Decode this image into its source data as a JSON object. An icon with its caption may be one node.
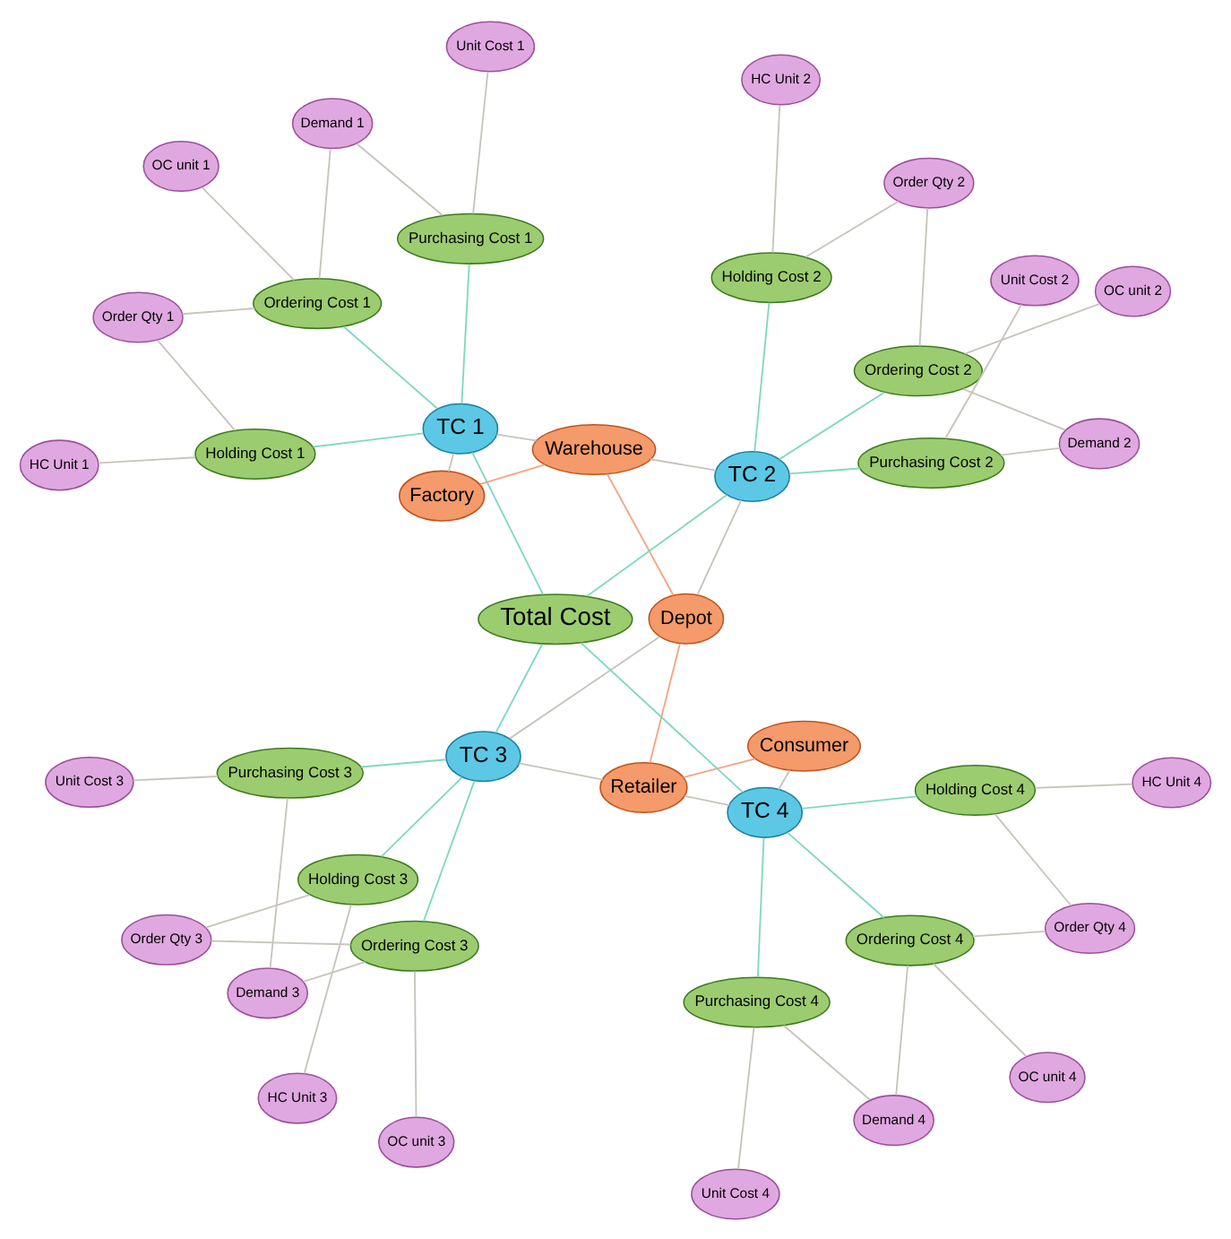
{
  "diagram": {
    "nodes": [
      {
        "text": [
          "Unit Cost 3"
        ]
      },
      {
        "text": [
          "OC unit 3"
        ]
      },
      {
        "text": [
          "Demand 3"
        ]
      },
      {
        "text": [
          "Unit Cost 4"
        ]
      },
      {
        "text": [
          "Purchasing Cost 3"
        ]
      },
      {
        "text": [
          "Ordering Cost 3"
        ]
      },
      {
        "text": [
          "Order Qty 3"
        ]
      },
      {
        "text": [
          "HC Unit 3"
        ]
      },
      {
        "text": [
          "Purchasing Cost 4"
        ]
      },
      {
        "text": [
          "HC Unit 4"
        ]
      },
      {
        "text": [
          "Demand 4"
        ]
      },
      {
        "text": [
          "Holding Cost 3"
        ]
      },
      {
        "text": [
          "Holding Cost 4"
        ]
      },
      {
        "text": [
          "Order Qty 4"
        ]
      },
      {
        "text": [
          "Consumer"
        ]
      },
      {
        "text": [
          "TC 3"
        ]
      },
      {
        "text": [
          "Ordering Cost 4"
        ]
      },
      {
        "text": [
          "TC 4"
        ]
      },
      {
        "text": [
          "Retailer"
        ]
      },
      {
        "text": [
          "OC unit 4"
        ]
      },
      {
        "text": [
          "Depot"
        ]
      },
      {
        "text": [
          "Total Cost"
        ]
      },
      {
        "text": [
          "HC Unit 2"
        ]
      },
      {
        "text": [
          "TC 2"
        ]
      },
      {
        "text": [
          "Holding Cost 2"
        ]
      },
      {
        "text": [
          "Warehouse"
        ]
      },
      {
        "text": [
          "Order Qty 2"
        ]
      },
      {
        "text": [
          "Ordering Cost 2"
        ]
      },
      {
        "text": [
          "Factory"
        ]
      },
      {
        "text": [
          "OC unit 2"
        ]
      },
      {
        "text": [
          "TC 1"
        ]
      },
      {
        "text": [
          "Purchasing Cost 2"
        ]
      },
      {
        "text": [
          "Demand 2"
        ]
      },
      {
        "text": [
          "Holding Cost 1"
        ]
      },
      {
        "text": [
          "Unit Cost 2"
        ]
      },
      {
        "text": [
          "HC Unit 1"
        ]
      },
      {
        "text": [
          "Purchasing Cost 1"
        ]
      },
      {
        "text": [
          "Ordering Cost 1"
        ]
      },
      {
        "text": [
          "Order Qty 1"
        ]
      },
      {
        "text": [
          "Demand 1"
        ]
      },
      {
        "text": [
          "Unit Cost 1"
        ]
      },
      {
        "text": [
          "OC unit 1"
        ]
      }
    ],
    "edges": [
      {
        "from": 21,
        "to": 17,
        "arrow": "none",
        "color": "#80d8c0"
      },
      {
        "from": 21,
        "to": 15,
        "arrow": "none",
        "color": "#80d8c0"
      },
      {
        "from": 21,
        "to": 23,
        "arrow": "none",
        "color": "#80d8c0"
      },
      {
        "from": 21,
        "to": 30,
        "arrow": "none",
        "color": "#80d8c0"
      },
      {
        "from": 15,
        "to": 4,
        "arrow": "none",
        "color": "#80d8c0"
      },
      {
        "from": 15,
        "to": 5,
        "arrow": "none",
        "color": "#80d8c0"
      },
      {
        "from": 15,
        "to": 11,
        "arrow": "none",
        "color": "#80d8c0"
      },
      {
        "from": 17,
        "to": 8,
        "arrow": "none",
        "color": "#80d8c0"
      },
      {
        "from": 17,
        "to": 12,
        "arrow": "none",
        "color": "#80d8c0"
      },
      {
        "from": 17,
        "to": 16,
        "arrow": "none",
        "color": "#80d8c0"
      },
      {
        "from": 23,
        "to": 24,
        "arrow": "none",
        "color": "#80d8c0"
      },
      {
        "from": 23,
        "to": 27,
        "arrow": "none",
        "color": "#80d8c0"
      },
      {
        "from": 23,
        "to": 31,
        "arrow": "none",
        "color": "#80d8c0"
      },
      {
        "from": 30,
        "to": 33,
        "arrow": "none",
        "color": "#80d8c0"
      },
      {
        "from": 30,
        "to": 36,
        "arrow": "none",
        "color": "#80d8c0"
      },
      {
        "from": 30,
        "to": 37,
        "arrow": "none",
        "color": "#80d8c0"
      },
      {
        "from": 14,
        "to": 18,
        "arrow": "none",
        "color": "#f4a582"
      },
      {
        "from": 18,
        "to": 20,
        "arrow": "none",
        "color": "#f4a582"
      },
      {
        "from": 20,
        "to": 25,
        "arrow": "none",
        "color": "#f4a582"
      },
      {
        "from": 25,
        "to": 28,
        "arrow": "none",
        "color": "#f4a582"
      },
      {
        "from": 17,
        "to": 14,
        "arrow": "none"
      },
      {
        "from": 17,
        "to": 18,
        "arrow": "none"
      },
      {
        "from": 18,
        "to": 15,
        "arrow": "none"
      },
      {
        "from": 15,
        "to": 20,
        "arrow": "none"
      },
      {
        "from": 20,
        "to": 23,
        "arrow": "none"
      },
      {
        "from": 23,
        "to": 25,
        "arrow": "none"
      },
      {
        "from": 25,
        "to": 30,
        "arrow": "none"
      },
      {
        "from": 28,
        "to": 30,
        "arrow": "none"
      },
      {
        "from": 4,
        "to": 0,
        "arrow": "none"
      },
      {
        "from": 4,
        "to": 2,
        "arrow": "none"
      },
      {
        "from": 5,
        "to": 2,
        "arrow": "none"
      },
      {
        "from": 5,
        "to": 1,
        "arrow": "none"
      },
      {
        "from": 5,
        "to": 6,
        "arrow": "none"
      },
      {
        "from": 11,
        "to": 6,
        "arrow": "none"
      },
      {
        "from": 11,
        "to": 7,
        "arrow": "none"
      },
      {
        "from": 8,
        "to": 3,
        "arrow": "none"
      },
      {
        "from": 8,
        "to": 10,
        "arrow": "none"
      },
      {
        "from": 16,
        "to": 10,
        "arrow": "none"
      },
      {
        "from": 16,
        "to": 19,
        "arrow": "none"
      },
      {
        "from": 16,
        "to": 13,
        "arrow": "none"
      },
      {
        "from": 12,
        "to": 13,
        "arrow": "none"
      },
      {
        "from": 12,
        "to": 9,
        "arrow": "none"
      },
      {
        "from": 31,
        "to": 34,
        "arrow": "none"
      },
      {
        "from": 31,
        "to": 32,
        "arrow": "none"
      },
      {
        "from": 27,
        "to": 32,
        "arrow": "none"
      },
      {
        "from": 27,
        "to": 29,
        "arrow": "none"
      },
      {
        "from": 27,
        "to": 26,
        "arrow": "none"
      },
      {
        "from": 24,
        "to": 26,
        "arrow": "none"
      },
      {
        "from": 24,
        "to": 22,
        "arrow": "none"
      },
      {
        "from": 36,
        "to": 40,
        "arrow": "none"
      },
      {
        "from": 36,
        "to": 39,
        "arrow": "none"
      },
      {
        "from": 37,
        "to": 39,
        "arrow": "none"
      },
      {
        "from": 37,
        "to": 41,
        "arrow": "none"
      },
      {
        "from": 37,
        "to": 38,
        "arrow": "none"
      },
      {
        "from": 33,
        "to": 38,
        "arrow": "none"
      },
      {
        "from": 33,
        "to": 35,
        "arrow": "none"
      }
    ]
  }
}
